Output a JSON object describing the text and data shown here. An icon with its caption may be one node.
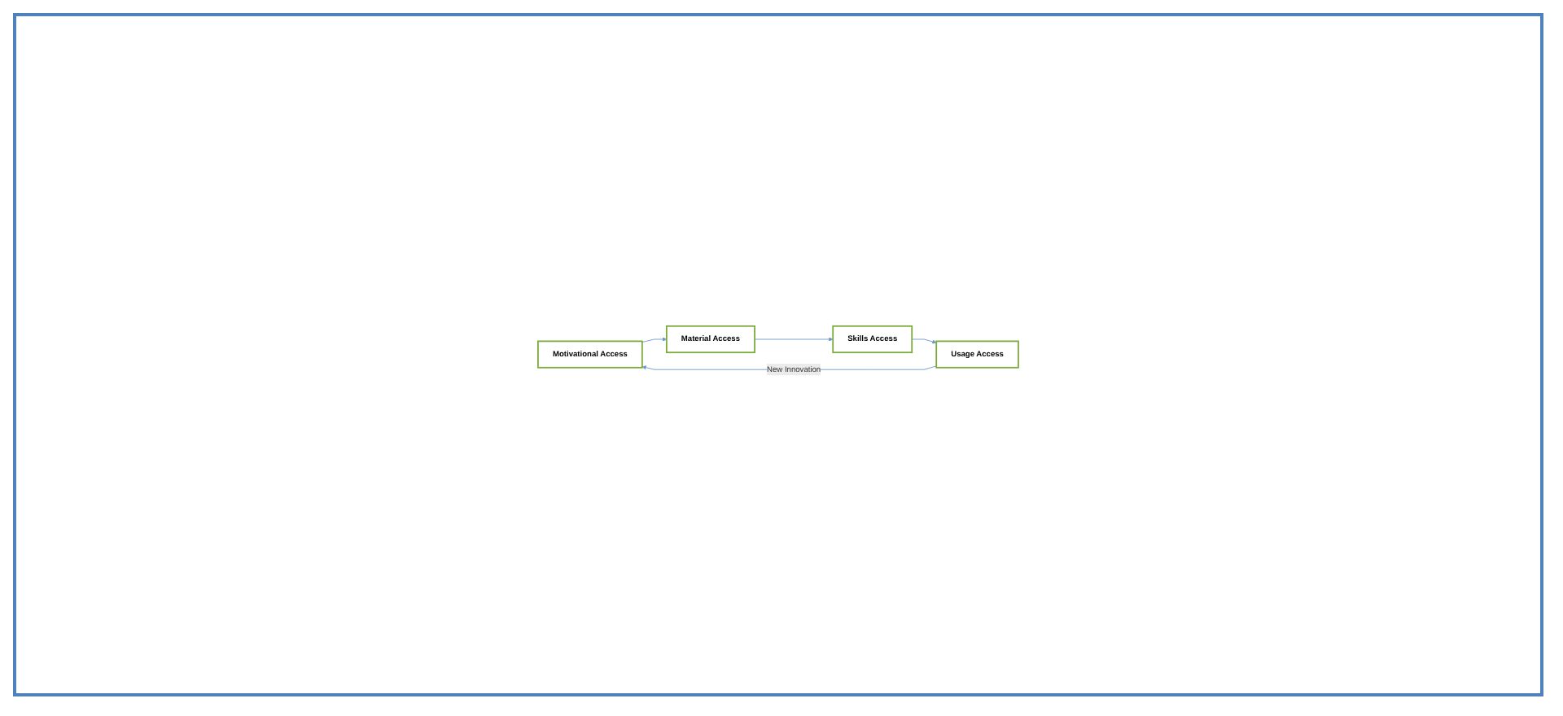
{
  "diagram": {
    "nodes": [
      {
        "text": [
          "Motivational Access"
        ]
      },
      {
        "text": [
          "Material Access"
        ]
      },
      {
        "text": [
          "Skills Access"
        ]
      },
      {
        "text": [
          "Usage Access"
        ]
      }
    ],
    "edges": [
      {
        "from": 0,
        "to": 1,
        "arrow": "to"
      },
      {
        "from": 1,
        "to": 2,
        "arrow": "to"
      },
      {
        "from": 2,
        "to": 3,
        "arrow": "to"
      },
      {
        "from": 3,
        "to": 0,
        "arrow": "to",
        "label": "New Innovation"
      }
    ]
  }
}
